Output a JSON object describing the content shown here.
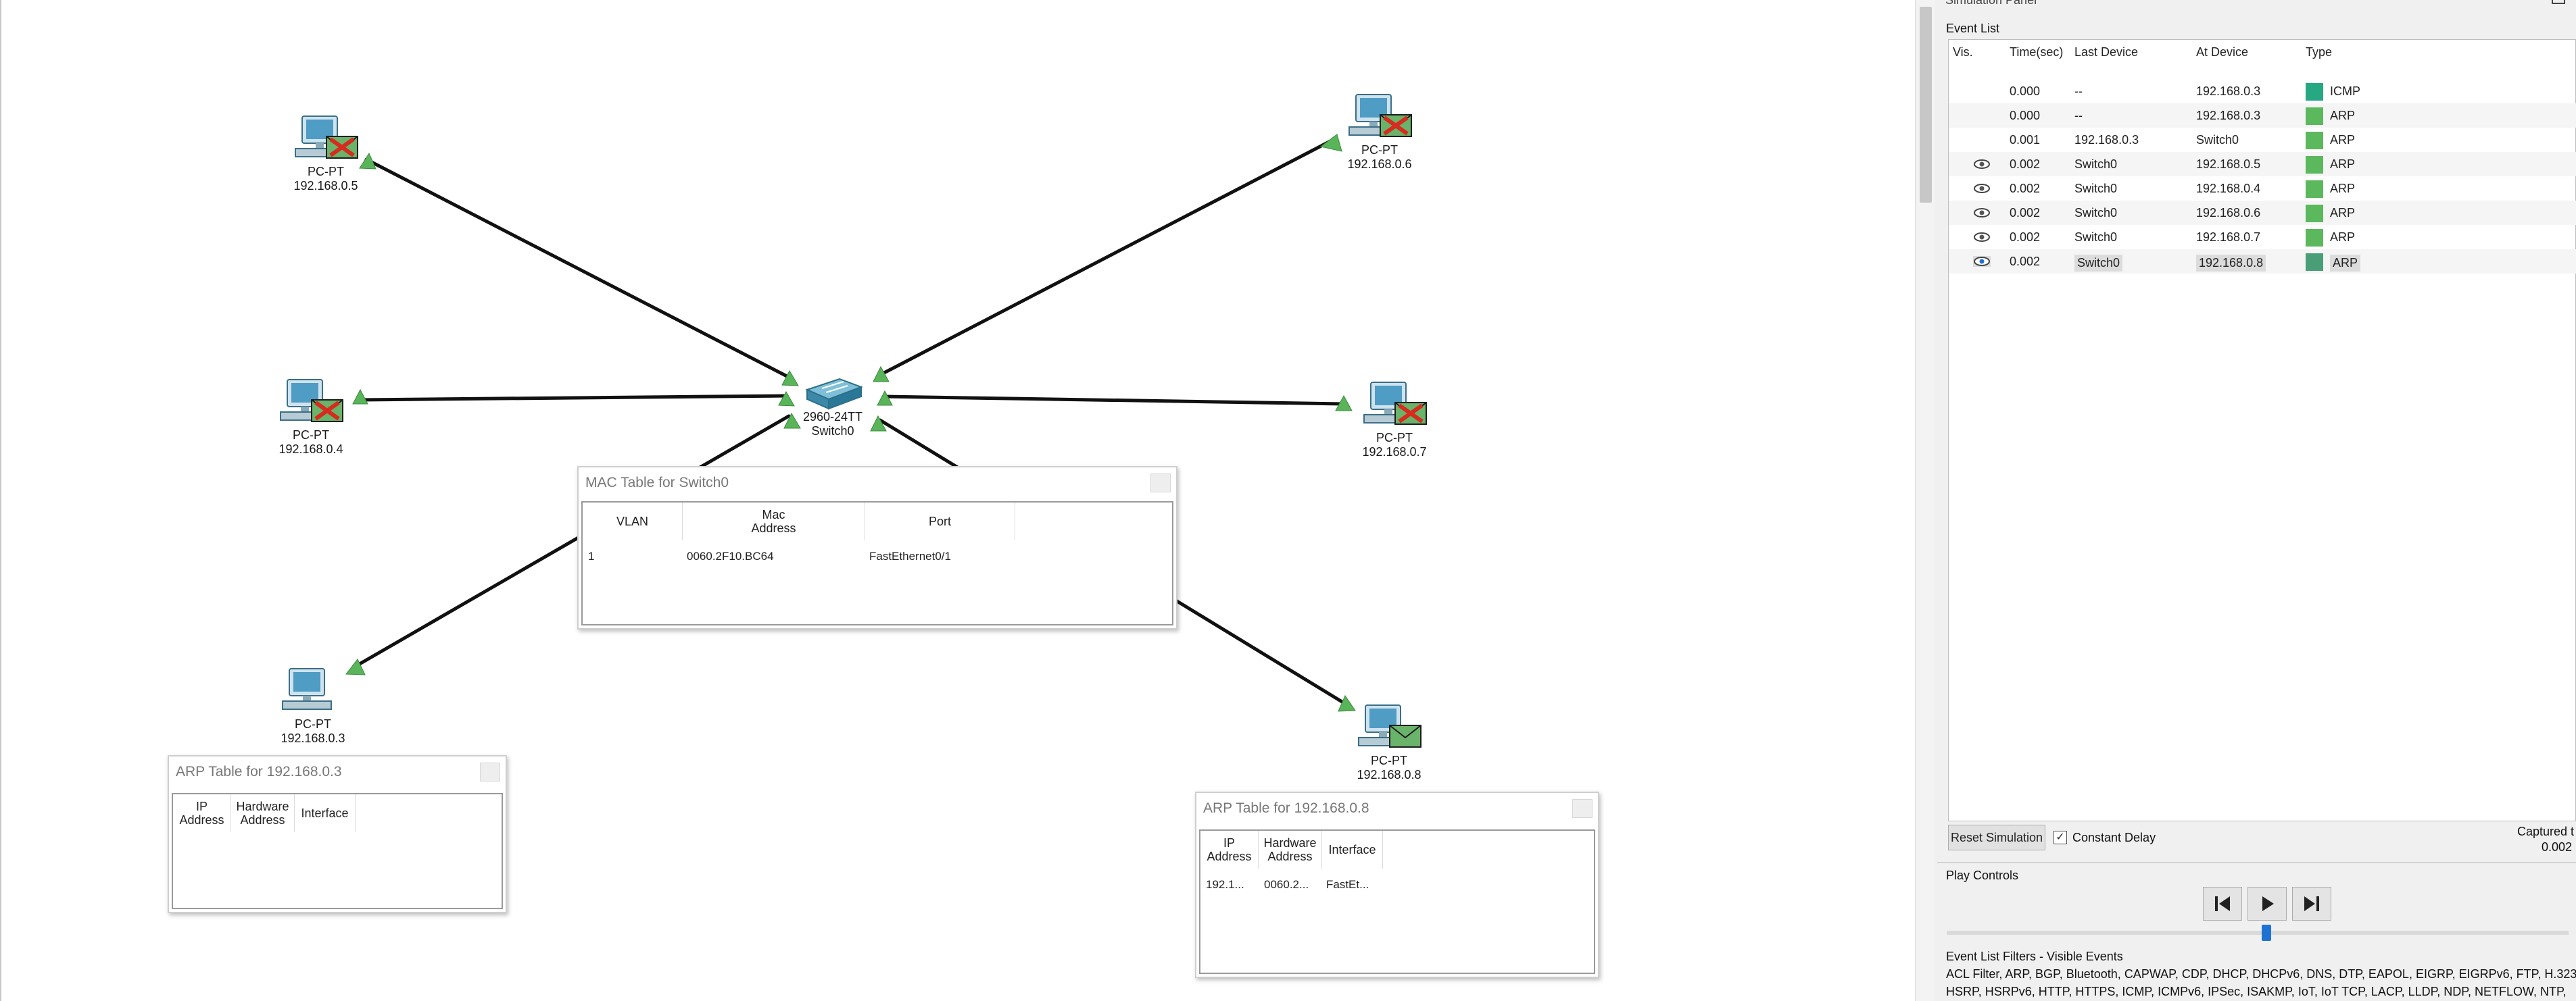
{
  "switch": {
    "model": "2960-24TT",
    "name": "Switch0"
  },
  "pcs": [
    {
      "type": "PC-PT",
      "ip": "192.168.0.5"
    },
    {
      "type": "PC-PT",
      "ip": "192.168.0.6"
    },
    {
      "type": "PC-PT",
      "ip": "192.168.0.4"
    },
    {
      "type": "PC-PT",
      "ip": "192.168.0.7"
    },
    {
      "type": "PC-PT",
      "ip": "192.168.0.3"
    },
    {
      "type": "PC-PT",
      "ip": "192.168.0.8"
    }
  ],
  "mac_table": {
    "title": "MAC Table for Switch0",
    "columns": [
      "VLAN",
      "Mac\nAddress",
      "Port"
    ],
    "rows": [
      {
        "vlan": "1",
        "mac": "0060.2F10.BC64",
        "port": "FastEthernet0/1"
      }
    ]
  },
  "arp_pc3": {
    "title": "ARP Table for 192.168.0.3",
    "columns": [
      "IP\nAddress",
      "Hardware\nAddress",
      "Interface"
    ]
  },
  "arp_pc8": {
    "title": "ARP Table for 192.168.0.8",
    "columns": [
      "IP\nAddress",
      "Hardware\nAddress",
      "Interface"
    ],
    "rows": [
      {
        "ip": "192.1...",
        "hw": "0060.2...",
        "iface": "FastEt..."
      }
    ]
  },
  "panel": {
    "title": "Simulation Panel",
    "event_list_label": "Event List",
    "columns": {
      "vis": "Vis.",
      "time": "Time(sec)",
      "last": "Last Device",
      "at": "At Device",
      "type": "Type"
    },
    "events": [
      {
        "eye": false,
        "time": "0.000",
        "last": "--",
        "at": "192.168.0.3",
        "type": "ICMP",
        "color": "#26a883"
      },
      {
        "eye": false,
        "time": "0.000",
        "last": "--",
        "at": "192.168.0.3",
        "type": "ARP",
        "color": "#5cb85c"
      },
      {
        "eye": false,
        "time": "0.001",
        "last": "192.168.0.3",
        "at": "Switch0",
        "type": "ARP",
        "color": "#5cb85c"
      },
      {
        "eye": true,
        "time": "0.002",
        "last": "Switch0",
        "at": "192.168.0.5",
        "type": "ARP",
        "color": "#5cb85c"
      },
      {
        "eye": true,
        "time": "0.002",
        "last": "Switch0",
        "at": "192.168.0.4",
        "type": "ARP",
        "color": "#5cb85c"
      },
      {
        "eye": true,
        "time": "0.002",
        "last": "Switch0",
        "at": "192.168.0.6",
        "type": "ARP",
        "color": "#5cb85c"
      },
      {
        "eye": true,
        "time": "0.002",
        "last": "Switch0",
        "at": "192.168.0.7",
        "type": "ARP",
        "color": "#5cb85c"
      },
      {
        "eye": true,
        "time": "0.002",
        "last": "Switch0",
        "at": "192.168.0.8",
        "type": "ARP",
        "color": "#4a9e77",
        "selected": true
      }
    ],
    "reset_label": "Reset Simulation",
    "constant_delay_label": "Constant Delay",
    "constant_delay_checked": true,
    "captured_label": "Captured t",
    "captured_value": "0.002",
    "play_controls_label": "Play Controls",
    "filters_label": "Event List Filters - Visible Events",
    "filters_line1": "ACL Filter, ARP, BGP, Bluetooth, CAPWAP, CDP, DHCP, DHCPv6, DNS, DTP, EAPOL, EIGRP, EIGRPv6, FTP, H.323,",
    "filters_line2": "HSRP, HSRPv6, HTTP, HTTPS, ICMP, ICMPv6, IPSec, ISAKMP, IoT, IoT TCP, LACP, LLDP, NDP, NETFLOW, NTP,"
  }
}
